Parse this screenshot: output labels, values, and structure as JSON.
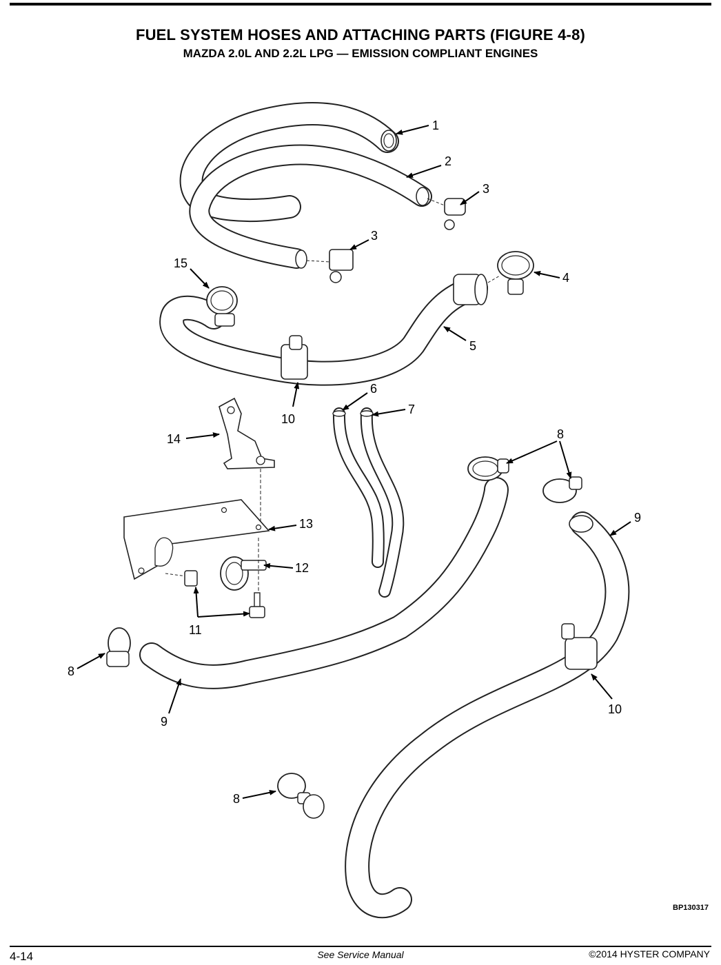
{
  "header": {
    "title": "FUEL SYSTEM HOSES AND ATTACHING PARTS (FIGURE 4-8)",
    "subtitle": "MAZDA 2.0L AND 2.2L LPG — EMISSION COMPLIANT ENGINES"
  },
  "callouts": [
    {
      "label": "1"
    },
    {
      "label": "2"
    },
    {
      "label": "3"
    },
    {
      "label": "3"
    },
    {
      "label": "4"
    },
    {
      "label": "5"
    },
    {
      "label": "15"
    },
    {
      "label": "10"
    },
    {
      "label": "6"
    },
    {
      "label": "7"
    },
    {
      "label": "14"
    },
    {
      "label": "8"
    },
    {
      "label": "13"
    },
    {
      "label": "9"
    },
    {
      "label": "12"
    },
    {
      "label": "11"
    },
    {
      "label": "8"
    },
    {
      "label": "9"
    },
    {
      "label": "10"
    },
    {
      "label": "8"
    }
  ],
  "figure_id": "BP130317",
  "footer": {
    "page_number": "4-14",
    "note": "See Service Manual",
    "copyright": "©2014 HYSTER COMPANY"
  }
}
